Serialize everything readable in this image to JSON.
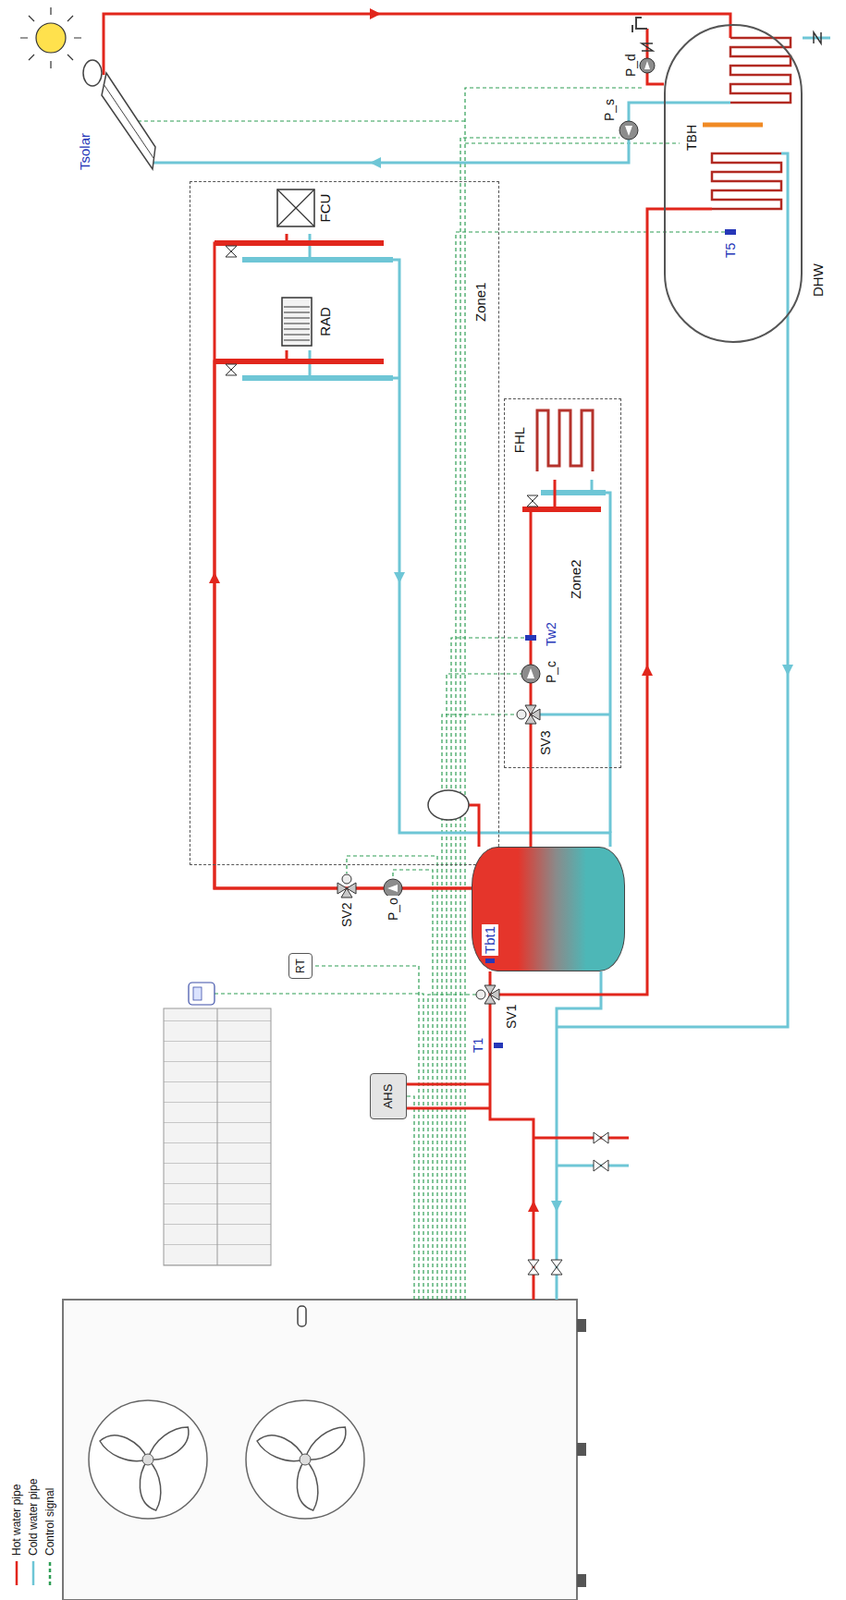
{
  "diagram": {
    "nodes": [
      {
        "text": [
          "Zone1"
        ]
      },
      {
        "text": [
          "FCU"
        ],
        "in": 0
      },
      {
        "text": [
          "RAD"
        ],
        "in": 0
      },
      {
        "text": [
          "Zone2"
        ]
      },
      {
        "text": [
          "FHL"
        ],
        "in": 3
      },
      {
        "text": [
          "Tbt1"
        ]
      },
      {
        "text": [
          "AHS"
        ]
      },
      {
        "text": [
          "RT"
        ]
      },
      {
        "text": [
          "DHW"
        ]
      }
    ],
    "edges": [
      {
        "from": 5,
        "to": 1,
        "arrow": "none"
      },
      {
        "from": 5,
        "to": 2,
        "arrow": "none"
      },
      {
        "from": 5,
        "to": 4,
        "arrow": "none"
      }
    ],
    "labels": [
      "Tsolar",
      "SV1",
      "T1",
      "SV2",
      "P_o",
      "SV3",
      "P_c",
      "Tw2",
      "P_s",
      "T5",
      "TBH",
      "P_d"
    ],
    "legend": [
      {
        "text": "Hot water pipe"
      },
      {
        "text": "Cold water pipe"
      },
      {
        "text": "Control signal"
      }
    ]
  }
}
